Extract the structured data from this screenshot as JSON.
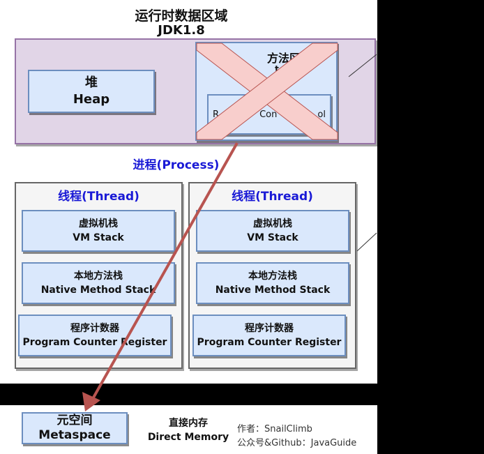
{
  "runtime_area": {
    "title": "运行时数据区域",
    "version": "JDK1.8"
  },
  "heap": {
    "cn": "堆",
    "en": "Heap"
  },
  "method_area": {
    "title_partial": "方法区",
    "title_fragment": "t",
    "inner_left": "R",
    "inner_middle": "Con",
    "inner_right": "ol"
  },
  "process_label": "进程(Process)",
  "threads": [
    {
      "title": "线程(Thread)",
      "vm_stack": {
        "cn": "虚拟机栈",
        "en": "VM Stack"
      },
      "native_stack": {
        "cn": "本地方法栈",
        "en": "Native Method Stack"
      },
      "pc_register": {
        "cn": "程序计数器",
        "en": "Program Counter Register"
      }
    },
    {
      "title": "线程(Thread)",
      "vm_stack": {
        "cn": "虚拟机栈",
        "en": "VM Stack"
      },
      "native_stack": {
        "cn": "本地方法栈",
        "en": "Native Method Stack"
      },
      "pc_register": {
        "cn": "程序计数器",
        "en": "Program Counter Register"
      }
    }
  ],
  "metaspace": {
    "cn": "元空间",
    "en": "Metaspace"
  },
  "direct_memory": {
    "cn": "直接内存",
    "en": "Direct Memory"
  },
  "credits": {
    "author": "作者：SnailClimb",
    "account": "公众号&Github：JavaGuide"
  },
  "colors": {
    "runtime_box_fill": "#e1d5e7",
    "runtime_box_border": "#9673a6",
    "box_fill": "#dae8fc",
    "box_border": "#6c8ebf",
    "cross_fill": "#f8cecc",
    "arrow": "#b85450",
    "blue_text": "#1a1ad6"
  },
  "icons": {
    "cross": "cross-mark",
    "arrow": "arrow-down-left"
  }
}
